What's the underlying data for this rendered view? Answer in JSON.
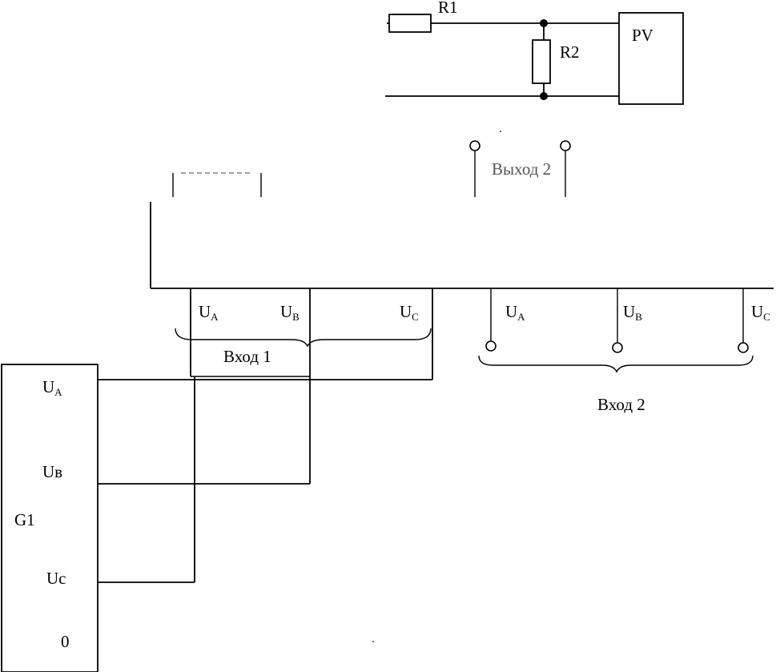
{
  "labels": {
    "r1": "R1",
    "r2": "R2",
    "pv": "PV",
    "output2": "Выход 2",
    "input1": "Вход 1",
    "input2": "Вход 2",
    "generator": "G1",
    "zero": "0"
  },
  "phases": {
    "u": "U",
    "a": "A",
    "b": "B",
    "c": "C",
    "gen_a": "A",
    "gen_b": "в",
    "gen_c": "c"
  }
}
